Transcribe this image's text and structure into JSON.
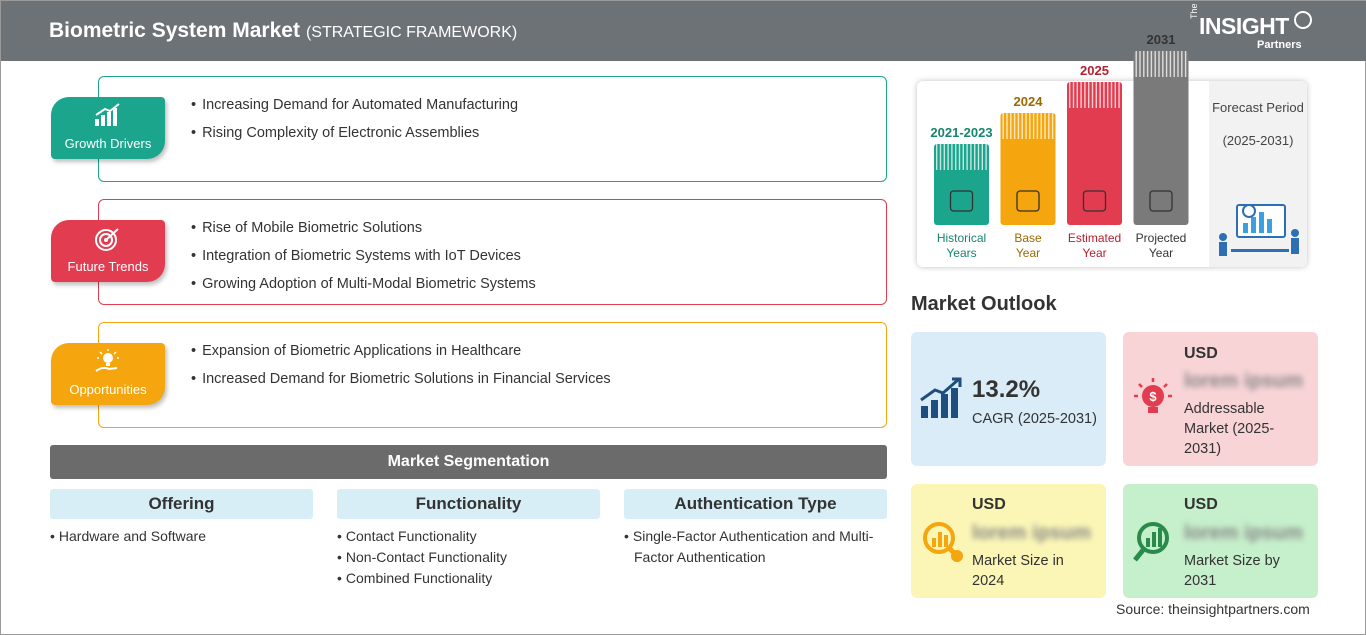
{
  "header": {
    "title": "Biometric System Market",
    "subtitle": "(STRATEGIC FRAMEWORK)"
  },
  "logo": {
    "the": "The",
    "main": "INSIGHT",
    "partners": "Partners"
  },
  "framework": {
    "growth_drivers": {
      "label": "Growth Drivers",
      "color": "#1aa58c",
      "items": [
        "Increasing Demand for Automated Manufacturing",
        "Rising Complexity of Electronic Assemblies"
      ]
    },
    "future_trends": {
      "label": "Future Trends",
      "color": "#e23c50",
      "items": [
        "Rise of Mobile Biometric Solutions",
        "Integration of Biometric Systems with IoT Devices",
        "Growing Adoption of Multi-Modal Biometric Systems"
      ]
    },
    "opportunities": {
      "label": "Opportunities",
      "color": "#f5a50d",
      "items": [
        "Expansion of Biometric Applications in Healthcare",
        "Increased Demand for Biometric Solutions in Financial Services"
      ]
    }
  },
  "segmentation": {
    "title": "Market Segmentation",
    "columns": [
      {
        "heading": "Offering",
        "items": [
          "Hardware and Software"
        ]
      },
      {
        "heading": "Functionality",
        "items": [
          "Contact Functionality",
          "Non-Contact Functionality",
          "Combined Functionality"
        ]
      },
      {
        "heading": "Authentication Type",
        "items": [
          "Single-Factor Authentication and Multi-Factor Authentication"
        ]
      }
    ]
  },
  "chart_data": {
    "type": "bar",
    "categories": [
      "2021-2023",
      "2024",
      "2025",
      "2031"
    ],
    "values": [
      1,
      2,
      3,
      4
    ],
    "labels": [
      "Historical Years",
      "Base Year",
      "Estimated Year",
      "Projected Year"
    ],
    "colors": [
      "#1aa58c",
      "#f5a50d",
      "#e23c50",
      "#7a7a7a"
    ],
    "label_colors": [
      "#16866f",
      "#9a6a00",
      "#b5202f",
      "#333333"
    ],
    "forecast": {
      "title": "Forecast Period",
      "period": "(2025-2031)"
    }
  },
  "outlook": {
    "title": "Market Outlook",
    "cagr": {
      "value": "13.2%",
      "label": "CAGR (2025-2031)"
    },
    "addressable": {
      "usd": "USD",
      "value": "lorem ipsum",
      "label": "Addressable Market (2025-2031)"
    },
    "size_2024": {
      "usd": "USD",
      "value": "lorem ipsum",
      "label": "Market Size in 2024"
    },
    "size_2031": {
      "usd": "USD",
      "value": "lorem ipsum",
      "label": "Market Size by 2031"
    }
  },
  "source": "Source: theinsightpartners.com"
}
